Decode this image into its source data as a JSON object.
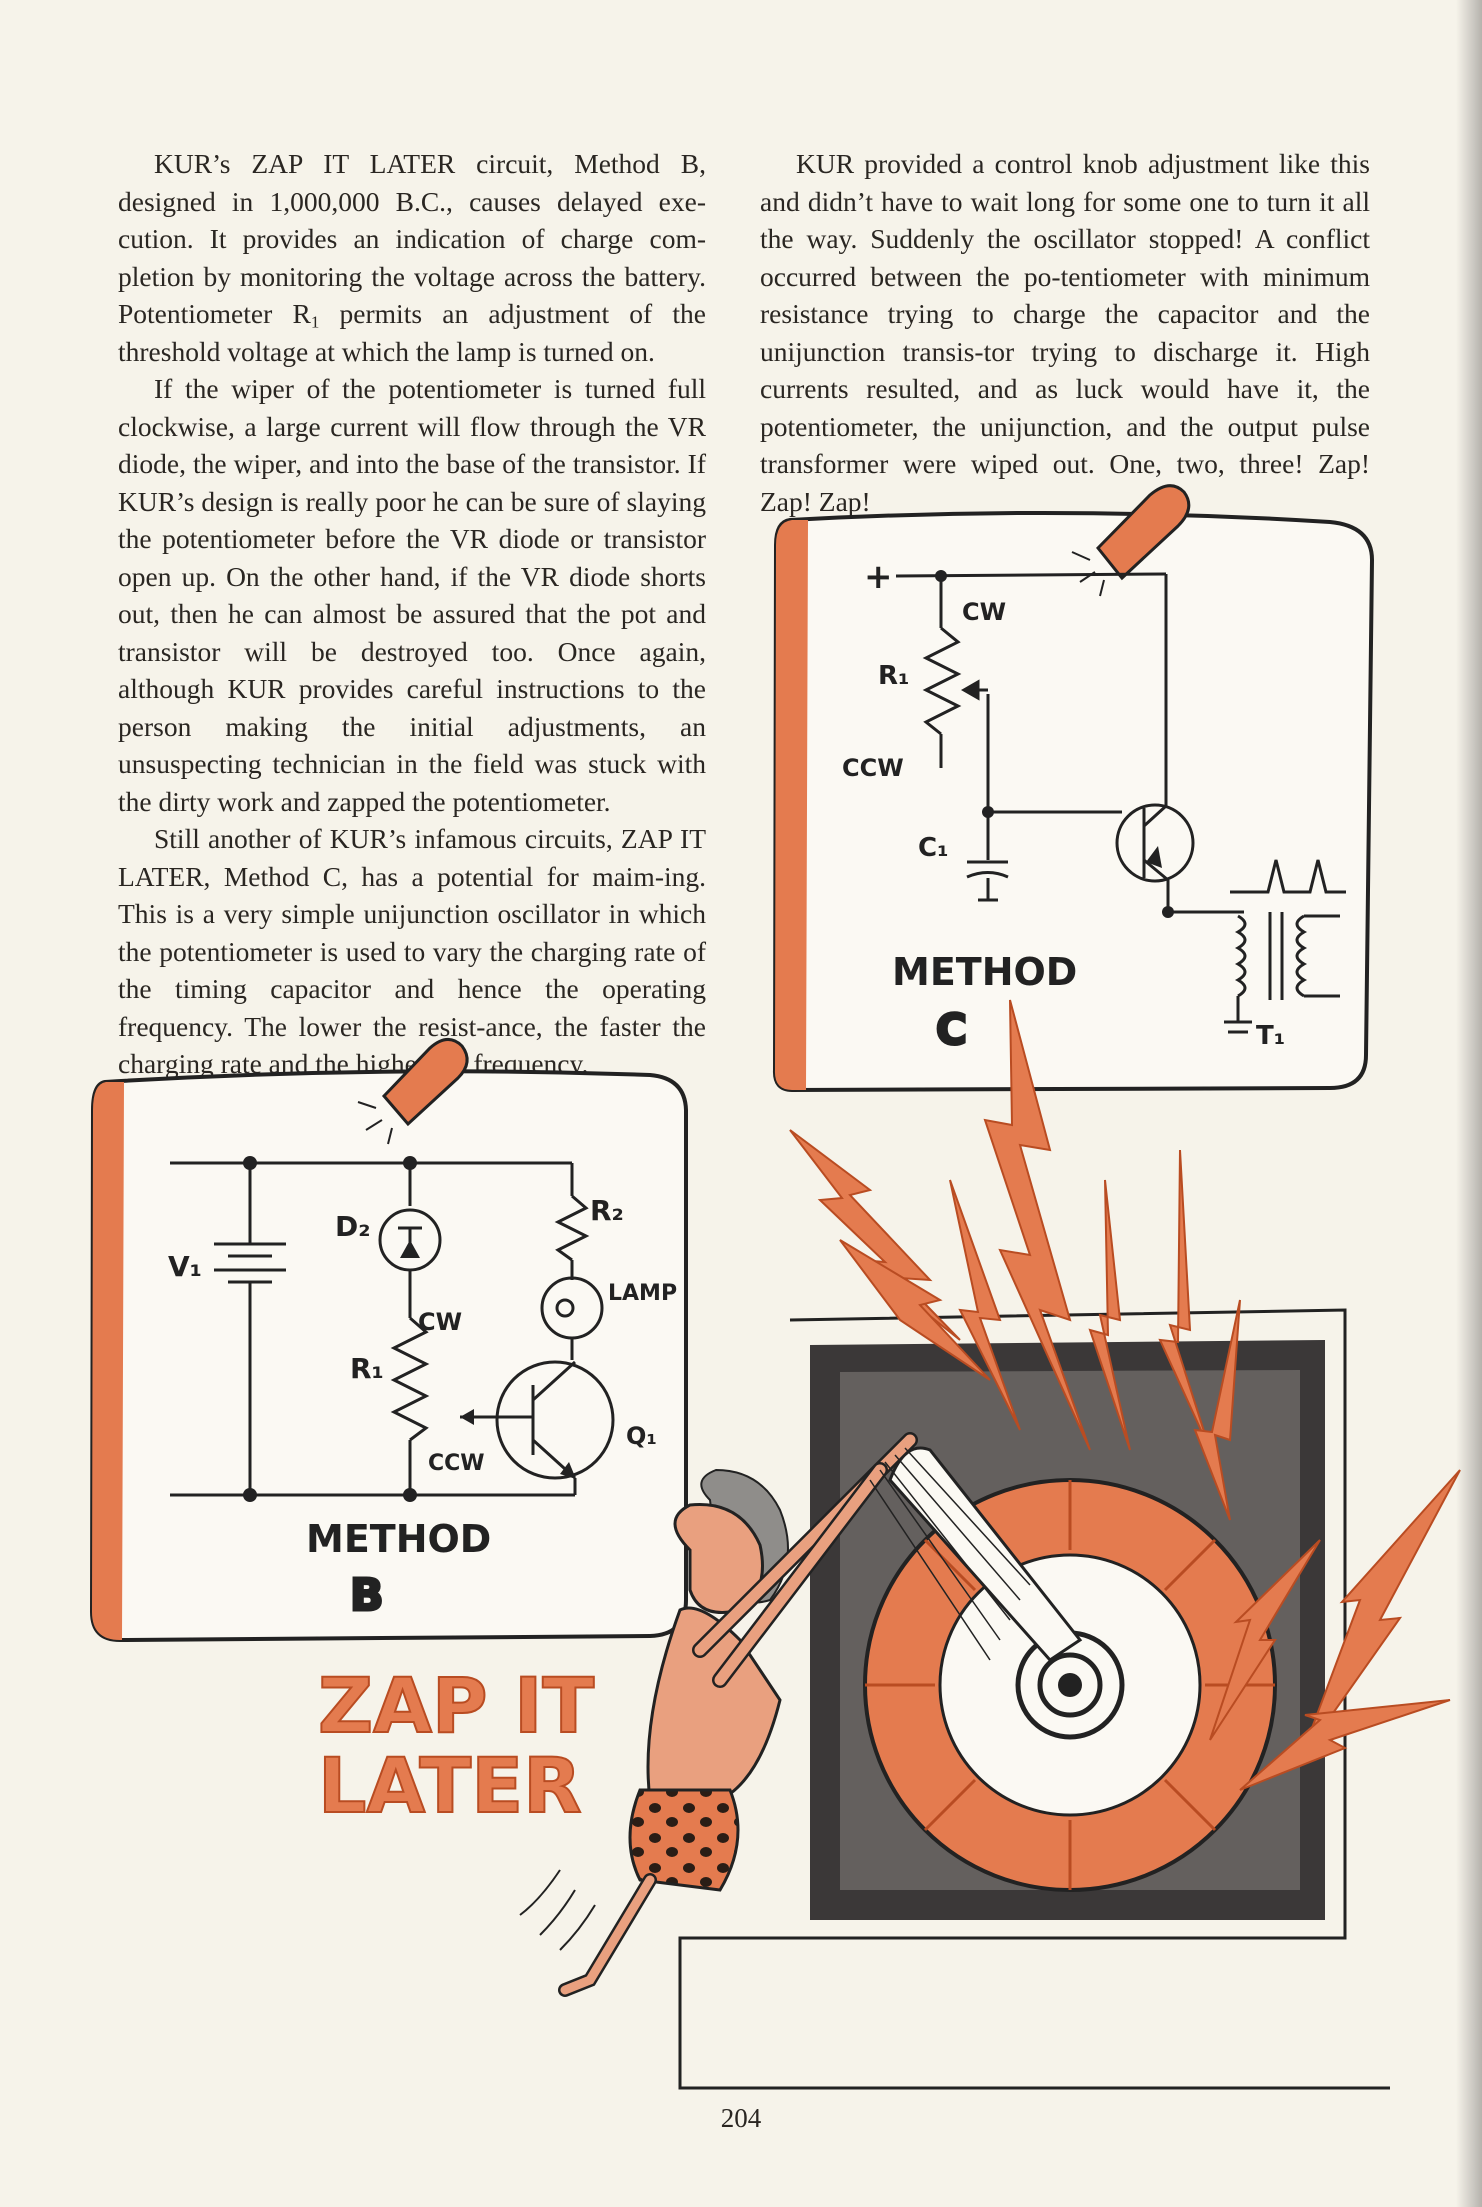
{
  "left_column": {
    "para1_before_sub": "KUR’s ZAP IT LATER circuit, Method B, designed in 1,000,000 B.C., causes delayed exe-cution. It provides an indication of charge com-pletion by monitoring the voltage across the battery. Potentiometer R",
    "para1_sub": "1",
    "para1_after_sub": " permits an adjustment of the threshold voltage at which the lamp is turned on.",
    "para2": "If the wiper of the potentiometer is turned full clockwise, a large current will flow through the VR diode, the wiper, and into the base of the transistor. If KUR’s design is really poor he can be sure of slaying the potentiometer before the VR diode or transistor open up. On the other hand, if the VR diode shorts out, then he can almost be assured that the pot and transistor will be destroyed too. Once again, although KUR provides careful instructions to the person making the initial adjustments, an unsuspecting technician in the field was stuck with the dirty work and zapped the potentiometer.",
    "para3": "Still another of KUR’s infamous circuits, ZAP IT LATER, Method C, has a potential for maim-ing. This is a very simple unijunction oscillator in which the potentiometer is used to vary the charging rate of the timing capacitor and hence the operating frequency. The lower the resist-ance, the faster the charging rate and the higher the frequency."
  },
  "right_column": {
    "para1": "KUR provided a control knob adjustment like this and didn’t have to wait long for some one to turn it all the way. Suddenly the oscillator stopped! A conflict occurred between the po-tentiometer with minimum resistance trying to charge the capacitor and the unijunction transis-tor trying to discharge it. High currents resulted, and as luck would have it, the potentiometer, the unijunction, and the output pulse transformer were wiped out. One, two, three! Zap! Zap! Zap!"
  },
  "method_c": {
    "plus": "+",
    "cw": "CW",
    "ccw": "CCW",
    "r1": "R₁",
    "c1": "C₁",
    "t1": "T₁",
    "method_label": "METHOD",
    "method_letter": "C"
  },
  "method_b": {
    "v1": "V₁",
    "d2": "D₂",
    "r2": "R₂",
    "lamp": "LAMP",
    "cw": "CW",
    "ccw": "CCW",
    "r1": "R₁",
    "q1": "Q₁",
    "method_label": "METHOD",
    "method_letter": "B"
  },
  "title_art": {
    "line1": "ZAP IT",
    "line2": "LATER"
  },
  "page_number": "204",
  "colors": {
    "accent": "#e47b4f",
    "ink": "#222222",
    "paper": "#f6f3ea"
  }
}
